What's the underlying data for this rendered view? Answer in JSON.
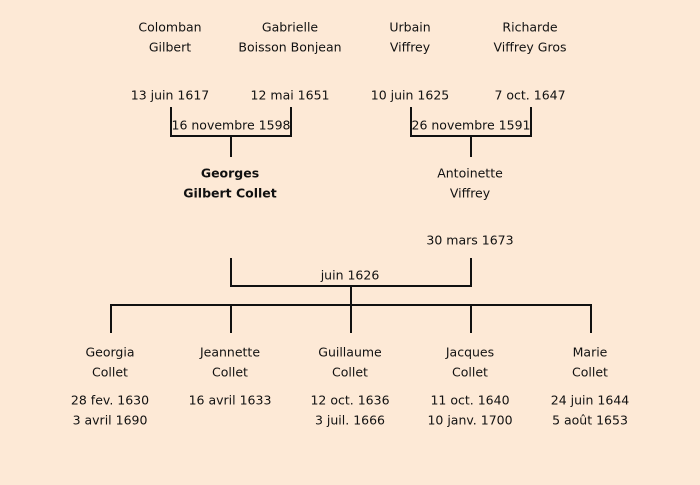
{
  "grandparents": [
    {
      "first": "Colomban",
      "last": "Gilbert",
      "date": "13 juin 1617"
    },
    {
      "first": "Gabrielle",
      "last": "Boisson Bonjean",
      "date": "12 mai 1651"
    },
    {
      "first": "Urbain",
      "last": "Viffrey",
      "date": "10 juin 1625"
    },
    {
      "first": "Richarde",
      "last": "Viffrey Gros",
      "date": "7 oct. 1647"
    }
  ],
  "grandparent_marriages": [
    "16 novembre 1598",
    "26 novembre 1591"
  ],
  "parents": [
    {
      "first": "Georges",
      "last": "Gilbert Collet",
      "date": ""
    },
    {
      "first": "Antoinette",
      "last": "Viffrey",
      "date": "30 mars 1673"
    }
  ],
  "parent_marriage": "juin 1626",
  "children": [
    {
      "first": "Georgia",
      "last": "Collet",
      "birth": "28 fev. 1630",
      "death": "3 avril 1690"
    },
    {
      "first": "Jeannette",
      "last": "Collet",
      "birth": "16 avril 1633",
      "death": ""
    },
    {
      "first": "Guillaume",
      "last": "Collet",
      "birth": "12 oct. 1636",
      "death": "3 juil. 1666"
    },
    {
      "first": "Jacques",
      "last": "Collet",
      "birth": "11 oct. 1640",
      "death": "10 janv. 1700"
    },
    {
      "first": "Marie",
      "last": "Collet",
      "birth": "24 juin 1644",
      "death": "5 août 1653"
    }
  ]
}
